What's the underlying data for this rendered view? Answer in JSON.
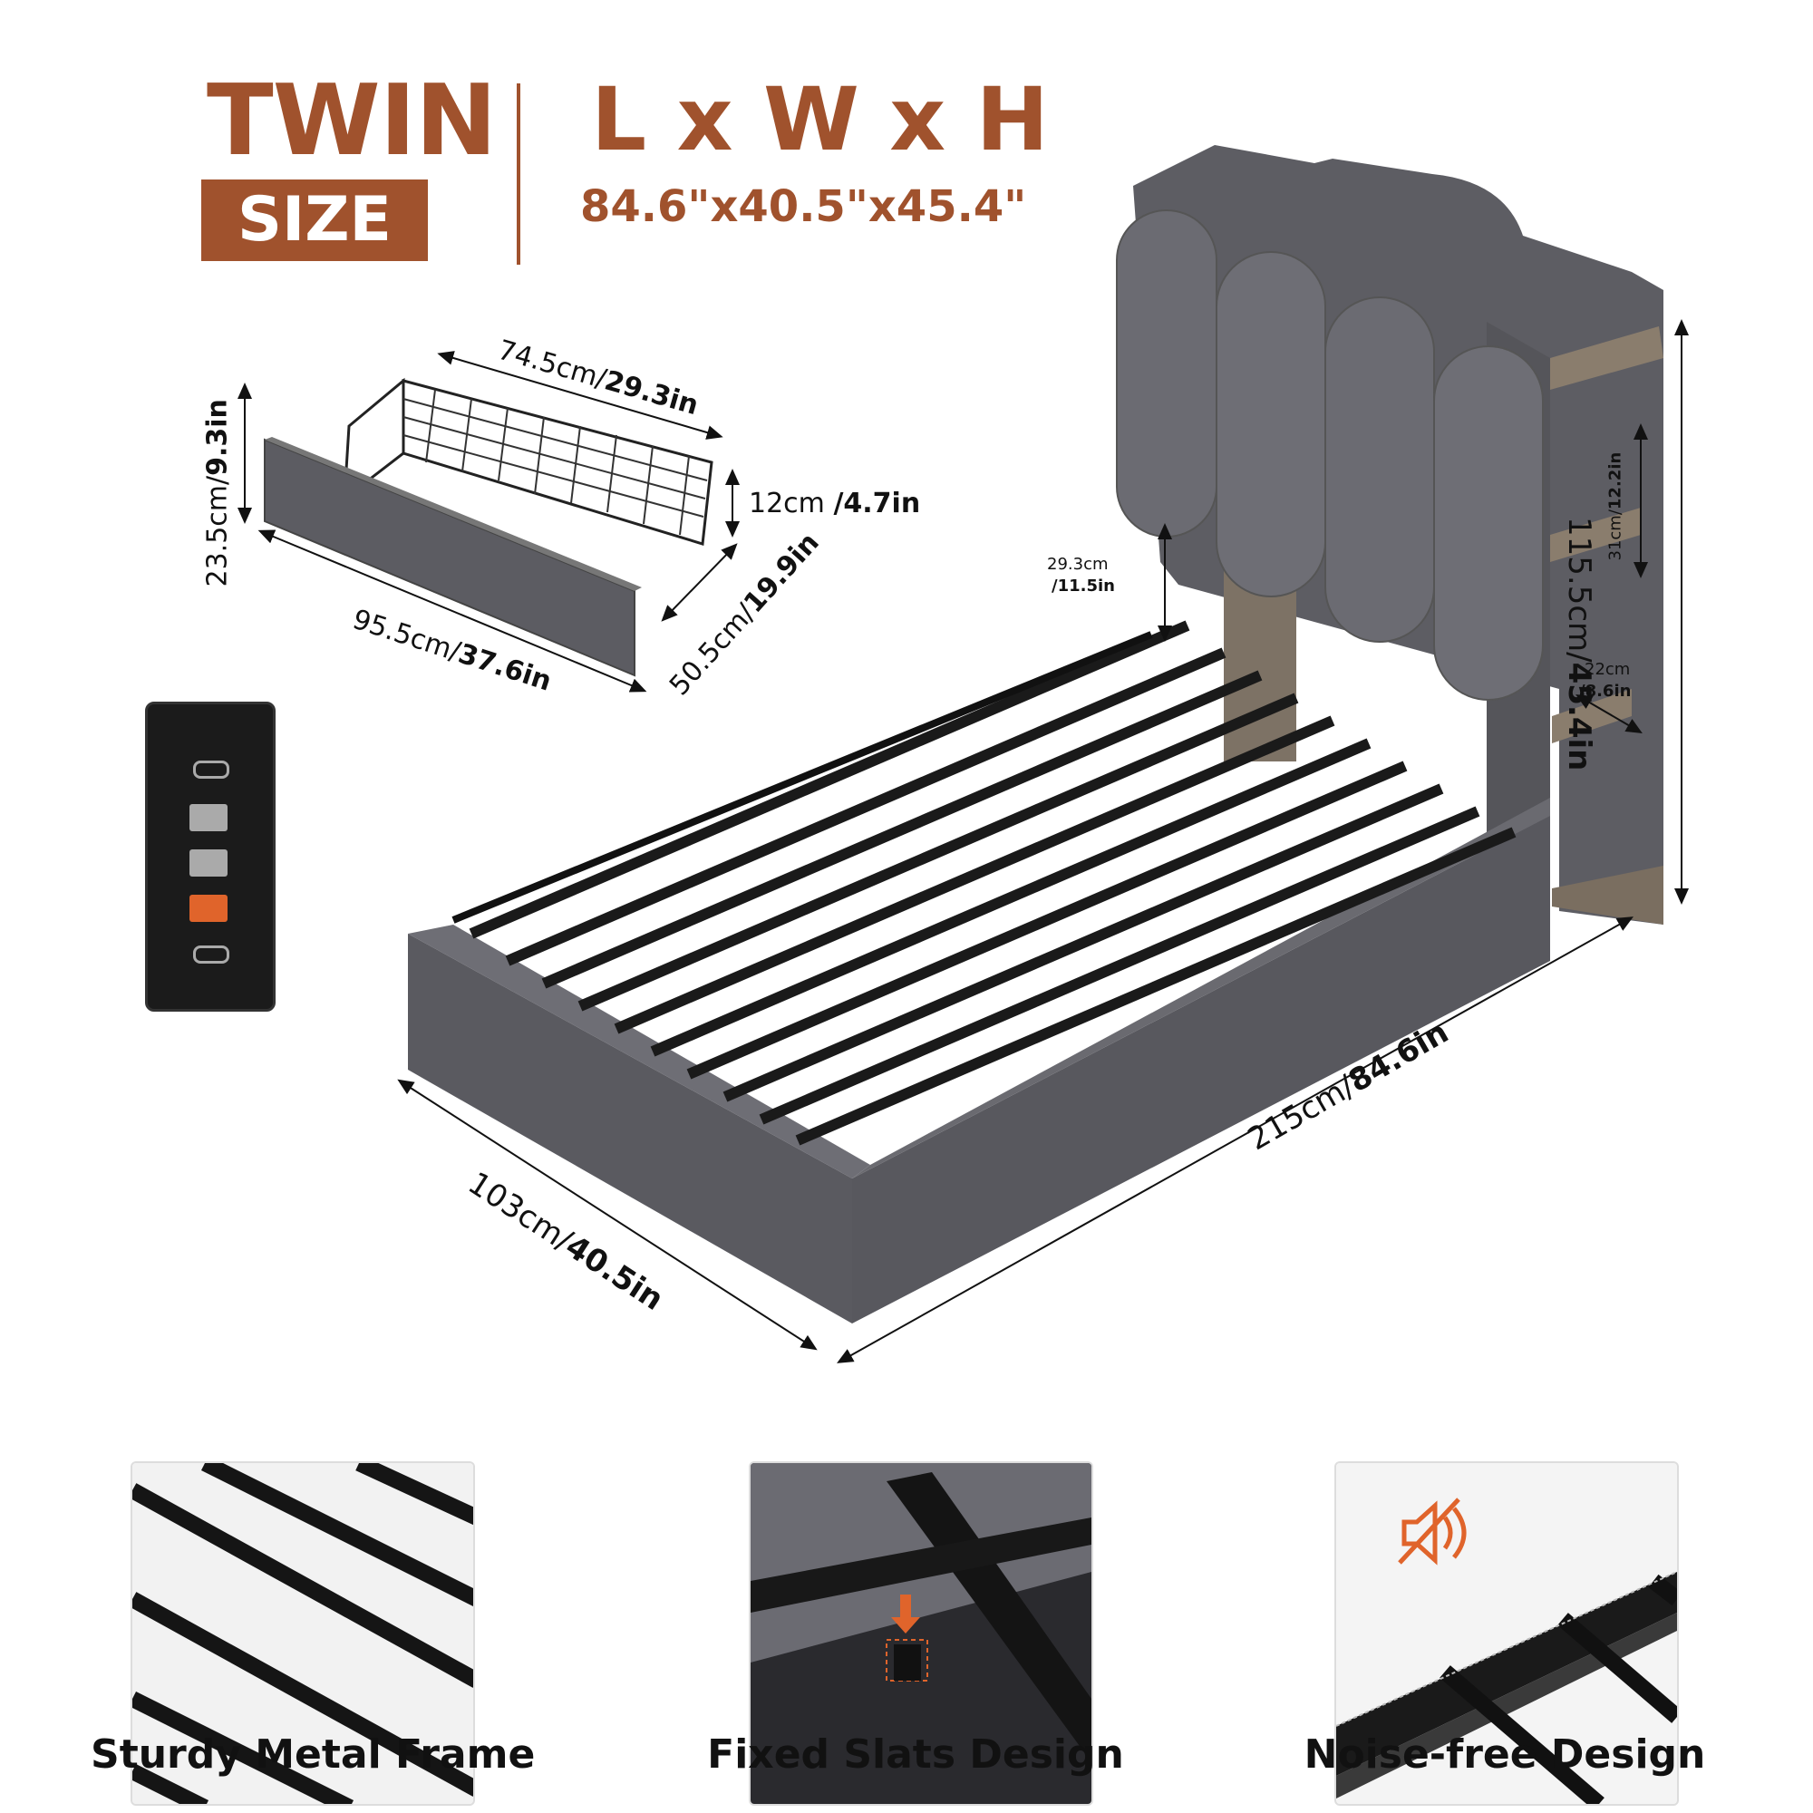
{
  "header": {
    "twin": "TWIN",
    "size": "SIZE",
    "lwh": "L x W x H",
    "dimensions": "84.6\"x40.5\"x45.4\""
  },
  "drawer": {
    "length_top_cm": "74.5cm/",
    "length_top_in": "29.3in",
    "height_cm": "23.5cm/",
    "height_in": "9.3in",
    "basket_height_cm": "12cm ",
    "basket_height_in": "/4.7in",
    "front_width_cm": "95.5cm/",
    "front_width_in": "37.6in",
    "depth_cm": "50.5cm/",
    "depth_in": "19.9in"
  },
  "bed": {
    "headboard_gap_cm": "29.3cm",
    "headboard_gap_in": "/11.5in",
    "shelf_height_cm": "31cm/",
    "shelf_height_in": "12.2in",
    "shelf_depth_cm": "22cm",
    "shelf_depth_in": "/8.6in",
    "total_height_cm": "115.5cm/",
    "total_height_in": "45.4in",
    "length_cm": "215cm/",
    "length_in": "84.6in",
    "width_cm": "103cm/",
    "width_in": "40.5in"
  },
  "features": [
    {
      "label": "Sturdy Metal Frame"
    },
    {
      "label": "Fixed Slats Design"
    },
    {
      "label": "Noise-free Design"
    }
  ],
  "colors": {
    "accent": "#a0522d",
    "fabric": "#5c5c62",
    "wood": "#7a6e60",
    "metal": "#1a1a1a"
  }
}
